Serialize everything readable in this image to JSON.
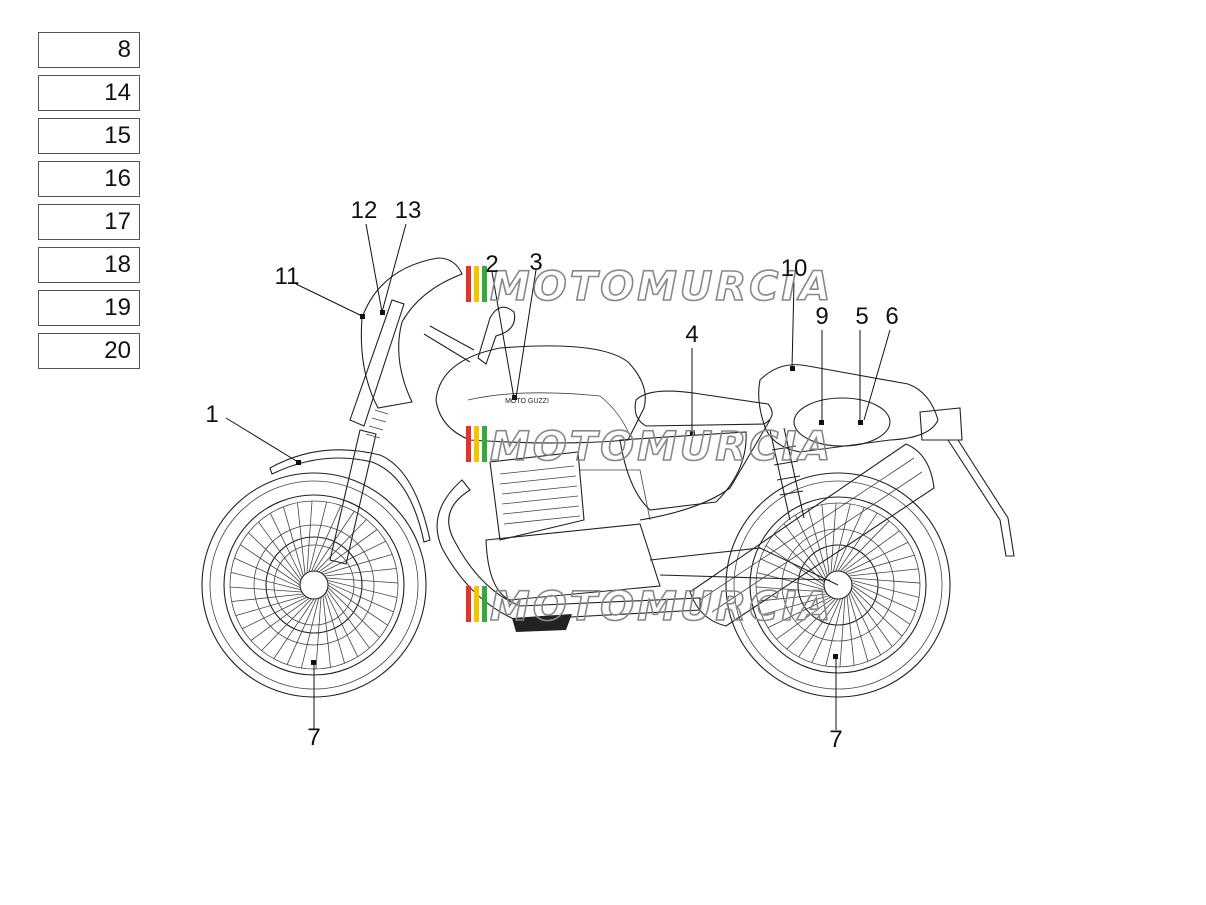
{
  "legend_boxes": [
    "8",
    "14",
    "15",
    "16",
    "17",
    "18",
    "19",
    "20"
  ],
  "callouts": [
    "1",
    "2",
    "3",
    "4",
    "5",
    "6",
    "7",
    "7",
    "9",
    "10",
    "11",
    "12",
    "13"
  ],
  "tank_logo_text": "MOTO GUZZI",
  "watermark": "MOTOMURCIA",
  "watermark_colors": [
    "#e5322d",
    "#f2c500",
    "#38a838"
  ]
}
